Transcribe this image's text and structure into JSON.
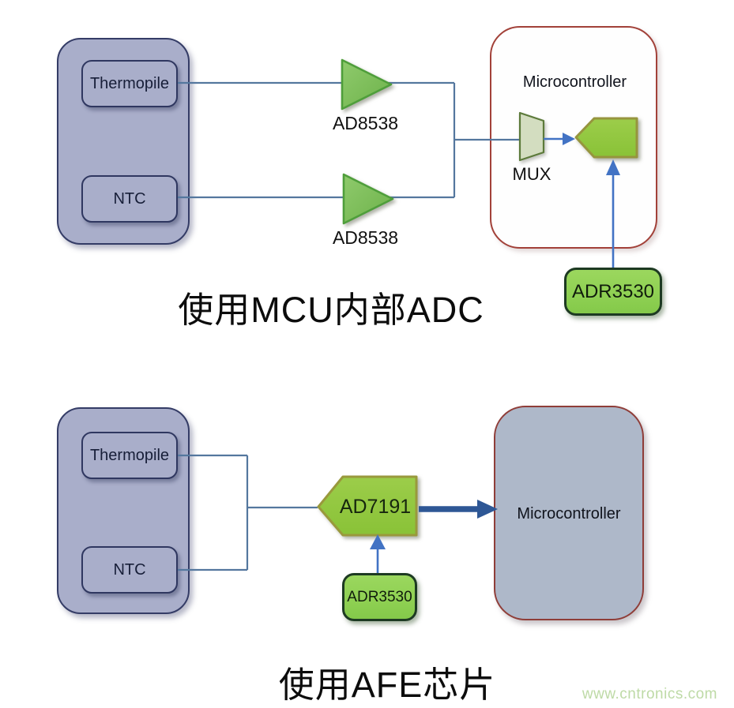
{
  "diagram1": {
    "title": "使用MCU内部ADC",
    "sensor_group": {
      "sensors": [
        {
          "label": "Thermopile"
        },
        {
          "label": "NTC"
        }
      ]
    },
    "amplifiers": [
      {
        "label": "AD8538"
      },
      {
        "label": "AD8538"
      }
    ],
    "mcu": {
      "label": "Microcontroller",
      "mux_label": "MUX"
    },
    "vref": {
      "label": "ADR3530"
    }
  },
  "diagram2": {
    "title": "使用AFE芯片",
    "sensor_group": {
      "sensors": [
        {
          "label": "Thermopile"
        },
        {
          "label": "NTC"
        }
      ]
    },
    "adc": {
      "label": "AD7191"
    },
    "mcu": {
      "label": "Microcontroller"
    },
    "vref": {
      "label": "ADR3530"
    }
  },
  "watermark": {
    "text": "www.cntronics.com"
  },
  "colors": {
    "wire": "#54779e",
    "arrow_blue": "#4273c4",
    "arrow_thick": "#2e5795",
    "sensor_fill": "#a9aeca",
    "sensor_border": "#343c66",
    "mcu1_border": "#a24139",
    "mcu2_fill": "#aeb8c9",
    "mcu2_border": "#8f3d38",
    "amp_green_fill": "#7fc05a",
    "amp_green_border": "#4f9e3b",
    "pentagon_fill": "#93c840",
    "pentagon_border": "#96953e",
    "mux_fill": "#d3ddc0",
    "mux_border": "#5c7a3a",
    "vref_fill": "#8ed052",
    "vref_border": "#1d3a22",
    "watermark": "#bedaa6"
  }
}
